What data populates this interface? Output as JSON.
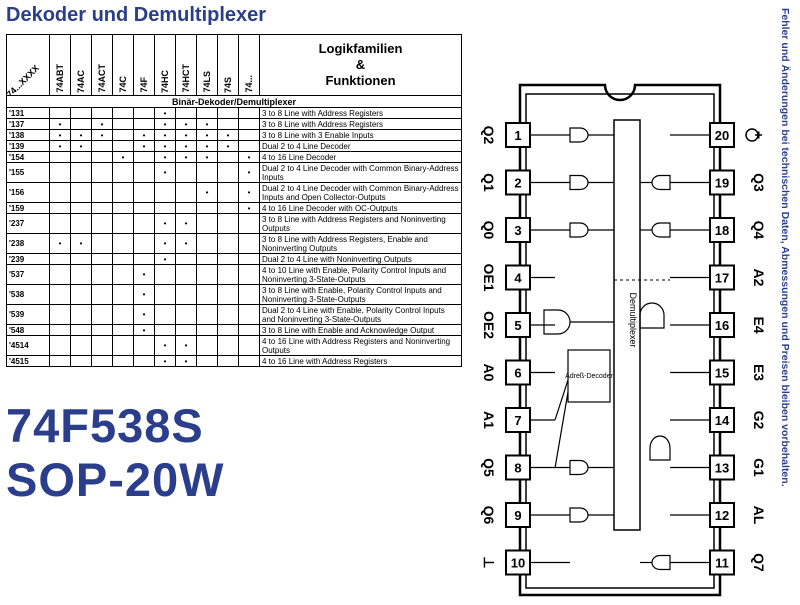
{
  "title": "Dekoder und Demultiplexer",
  "side_note": "Fehler und Änderungen bei technischen Daten, Abmessungen und Preisen bleiben vorbehalten.",
  "part_number": "74F538S",
  "package": "SOP-20W",
  "table": {
    "corner_label": "74...XXXX",
    "families": [
      "74ABT",
      "74AC",
      "74ACT",
      "74C",
      "74F",
      "74HC",
      "74HCT",
      "74LS",
      "74S",
      "74..."
    ],
    "logic_header": [
      "Logikfamilien",
      "&",
      "Funktionen"
    ],
    "section": "Binär-Dekoder/Demultiplexer",
    "dot_glyph": "•",
    "rows": [
      {
        "part": "'131",
        "dots": [
          0,
          0,
          0,
          0,
          0,
          1,
          0,
          0,
          0,
          0
        ],
        "desc": "3 to 8 Line with Address Registers",
        "tall": false
      },
      {
        "part": "'137",
        "dots": [
          1,
          0,
          1,
          0,
          0,
          1,
          1,
          1,
          0,
          0
        ],
        "desc": "3 to 8 Line with Address Registers",
        "tall": false
      },
      {
        "part": "'138",
        "dots": [
          1,
          1,
          1,
          0,
          1,
          1,
          1,
          1,
          1,
          0
        ],
        "desc": "3 to 8 Line with 3 Enable Inputs",
        "tall": false
      },
      {
        "part": "'139",
        "dots": [
          1,
          1,
          0,
          0,
          1,
          1,
          1,
          1,
          1,
          0
        ],
        "desc": "Dual 2 to 4 Line Decoder",
        "tall": false
      },
      {
        "part": "'154",
        "dots": [
          0,
          0,
          0,
          1,
          0,
          1,
          1,
          1,
          0,
          1
        ],
        "desc": "4 to 16 Line Decoder",
        "tall": false
      },
      {
        "part": "'155",
        "dots": [
          0,
          0,
          0,
          0,
          0,
          1,
          0,
          0,
          0,
          1
        ],
        "desc": "Dual 2 to 4 Line Decoder with Common Binary-Address Inputs",
        "tall": true
      },
      {
        "part": "'156",
        "dots": [
          0,
          0,
          0,
          0,
          0,
          0,
          0,
          1,
          0,
          1
        ],
        "desc": "Dual 2 to 4 Line Decoder with Common Binary-Address Inputs and Open Collector-Outputs",
        "tall": true
      },
      {
        "part": "'159",
        "dots": [
          0,
          0,
          0,
          0,
          0,
          0,
          0,
          0,
          0,
          1
        ],
        "desc": "4 to 16 Line Decoder with OC-Outputs",
        "tall": false
      },
      {
        "part": "'237",
        "dots": [
          0,
          0,
          0,
          0,
          0,
          1,
          1,
          0,
          0,
          0
        ],
        "desc": "3 to 8 Line with Address Registers and Noninverting Outputs",
        "tall": true
      },
      {
        "part": "'238",
        "dots": [
          1,
          1,
          0,
          0,
          0,
          1,
          1,
          0,
          0,
          0
        ],
        "desc": "3 to 8 Line with Address Registers, Enable and Noninverting Outputs",
        "tall": true
      },
      {
        "part": "'239",
        "dots": [
          0,
          0,
          0,
          0,
          0,
          1,
          0,
          0,
          0,
          0
        ],
        "desc": "Dual 2 to 4 Line with Noninverting Outputs",
        "tall": false
      },
      {
        "part": "'537",
        "dots": [
          0,
          0,
          0,
          0,
          1,
          0,
          0,
          0,
          0,
          0
        ],
        "desc": "4 to 10 Line with Enable, Polarity Control Inputs and Noninverting 3-State-Outputs",
        "tall": true
      },
      {
        "part": "'538",
        "dots": [
          0,
          0,
          0,
          0,
          1,
          0,
          0,
          0,
          0,
          0
        ],
        "desc": "3 to 8 Line with Enable, Polarity Control Inputs and Noninverting 3-State-Outputs",
        "tall": true
      },
      {
        "part": "'539",
        "dots": [
          0,
          0,
          0,
          0,
          1,
          0,
          0,
          0,
          0,
          0
        ],
        "desc": "Dual 2 to 4 Line with Enable, Polarity Control Inputs and Noninverting 3-State-Outputs",
        "tall": true
      },
      {
        "part": "'548",
        "dots": [
          0,
          0,
          0,
          0,
          1,
          0,
          0,
          0,
          0,
          0
        ],
        "desc": "3 to 8 Line with Enable and Acknowledge Output",
        "tall": false
      },
      {
        "part": "'4514",
        "dots": [
          0,
          0,
          0,
          0,
          0,
          1,
          1,
          0,
          0,
          0
        ],
        "desc": "4 to 16 Line with Address Registers and Noninverting Outputs",
        "tall": true
      },
      {
        "part": "'4515",
        "dots": [
          0,
          0,
          0,
          0,
          0,
          1,
          1,
          0,
          0,
          0
        ],
        "desc": "4 to 16 Line with Address Registers",
        "tall": false
      }
    ]
  },
  "chip": {
    "block_label": "Demultiplexer",
    "decoder_label": "Adreß-Decoder",
    "left_pins": [
      {
        "num": "1",
        "label": "Q2"
      },
      {
        "num": "2",
        "label": "Q1"
      },
      {
        "num": "3",
        "label": "Q0"
      },
      {
        "num": "4",
        "label": "OE1"
      },
      {
        "num": "5",
        "label": "OE2"
      },
      {
        "num": "6",
        "label": "A0"
      },
      {
        "num": "7",
        "label": "A1"
      },
      {
        "num": "8",
        "label": "Q5"
      },
      {
        "num": "9",
        "label": "Q6"
      },
      {
        "num": "10",
        "label": "⊥"
      }
    ],
    "right_pins": [
      {
        "num": "20",
        "label": "+"
      },
      {
        "num": "19",
        "label": "Q3"
      },
      {
        "num": "18",
        "label": "Q4"
      },
      {
        "num": "17",
        "label": "A2"
      },
      {
        "num": "16",
        "label": "E4"
      },
      {
        "num": "15",
        "label": "E3"
      },
      {
        "num": "14",
        "label": "G2"
      },
      {
        "num": "13",
        "label": "G1"
      },
      {
        "num": "12",
        "label": "AL"
      },
      {
        "num": "11",
        "label": "Q7"
      }
    ]
  }
}
